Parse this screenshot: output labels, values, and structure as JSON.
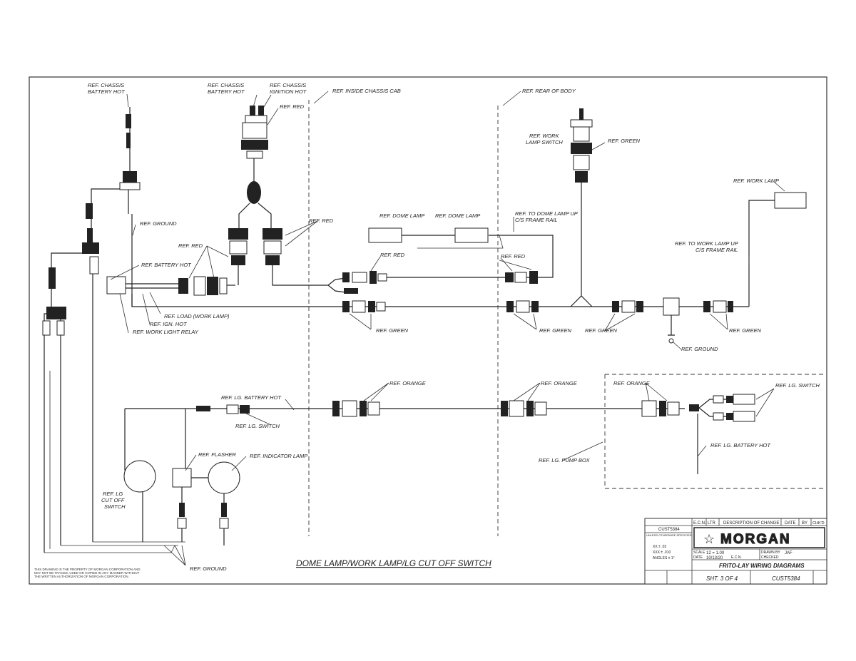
{
  "title": "DOME LAMP/WORK LAMP/LG CUT OFF SWITCH",
  "labels": {
    "chassis_battery_hot_l": "REF. CHASSIS\nBATTERY HOT",
    "chassis_battery_hot_c": "REF. CHASSIS\nBATTERY HOT",
    "chassis_ignition_hot": "REF. CHASSIS\nIGNITION HOT",
    "red_top": "REF. RED",
    "inside_cab": "REF. INSIDE CHASSIS CAB",
    "rear_body": "REF. REAR OF BODY",
    "work_lamp_switch": "REF. WORK\nLAMP SWITCH",
    "green_switch": "REF. GREEN",
    "work_lamp": "REF. WORK LAMP",
    "ground_top": "REF. GROUND",
    "red_mid": "REF. RED",
    "dome_lamp_1": "REF. DOME LAMP",
    "dome_lamp_2": "REF. DOME LAMP",
    "to_dome_lamp": "REF. TO DOME LAMP UP\nC/S FRAME RAIL",
    "to_work_lamp": "REF. TO WORK LAMP UP\nC/S FRAME RAIL",
    "red_left": "REF. RED",
    "battery_hot": "REF. BATTERY HOT",
    "red_center": "REF. RED",
    "red_right": "REF. RED",
    "load_work_lamp": "REF. LOAD (WORK LAMP)",
    "ign_hot": "REF. IGN. HOT",
    "work_light_relay": "REF. WORK LIGHT RELAY",
    "green_a": "REF. GREEN",
    "green_b": "REF. GREEN",
    "green_c": "REF. GREEN",
    "green_d": "REF. GREEN",
    "ground_mid": "REF. GROUND",
    "lg_battery_hot_l": "REF. LG. BATTERY HOT",
    "lg_switch_l": "REF. LG. SWITCH",
    "orange_a": "REF. ORANGE",
    "orange_b": "REF. ORANGE",
    "orange_c": "REF. ORANGE",
    "lg_switch_r": "REF. LG. SWITCH",
    "lg_battery_hot_r": "REF. LG. BATTERY HOT",
    "lg_pump_box": "REF. LG. PUMP BOX",
    "flasher": "REF. FLASHER",
    "indicator_lamp": "REF. INDICATOR LAMP",
    "lg_cutoff": "REF. LG\nCUT OFF\nSWITCH",
    "ground_bottom": "REF. GROUND"
  },
  "notice": "THIS DRAWING IS THE PROPERTY OF MORGAN CORPORATION AND MAY NOT BE TRACED, USED OR COPIED IN ANY MANNER WITHOUT THE WRITTEN AUTHORIZATION OF MORGAN CORPORATION.",
  "title_block": {
    "headers": [
      "E.C.N.",
      "LTR",
      "DESCRIPTION OF CHANGE",
      "DATE",
      "BY",
      "CHK'D"
    ],
    "logo": "MORGAN",
    "drawing_title": "FRITO-LAY WIRING DIAGRAMS",
    "sheet": "SHT. 3 OF 4",
    "drawing_no": "CUST5384",
    "scale_label": "SCALE",
    "scale": "12 = 1.00",
    "date_label": "DATE",
    "date": "10/13/20",
    "ecn_label": "E.C.N.",
    "drawn_by_label": "DRAWN BY",
    "drawn_by": "JAF",
    "checked_label": "CHECKED",
    "left_top": "CUST5384",
    "left_mid": "UNLESS OTHERWISE SPECIFIED",
    "tolerances": [
      "XX ± .03",
      "XXX ± .010",
      "ANGLES ± 1°"
    ]
  }
}
